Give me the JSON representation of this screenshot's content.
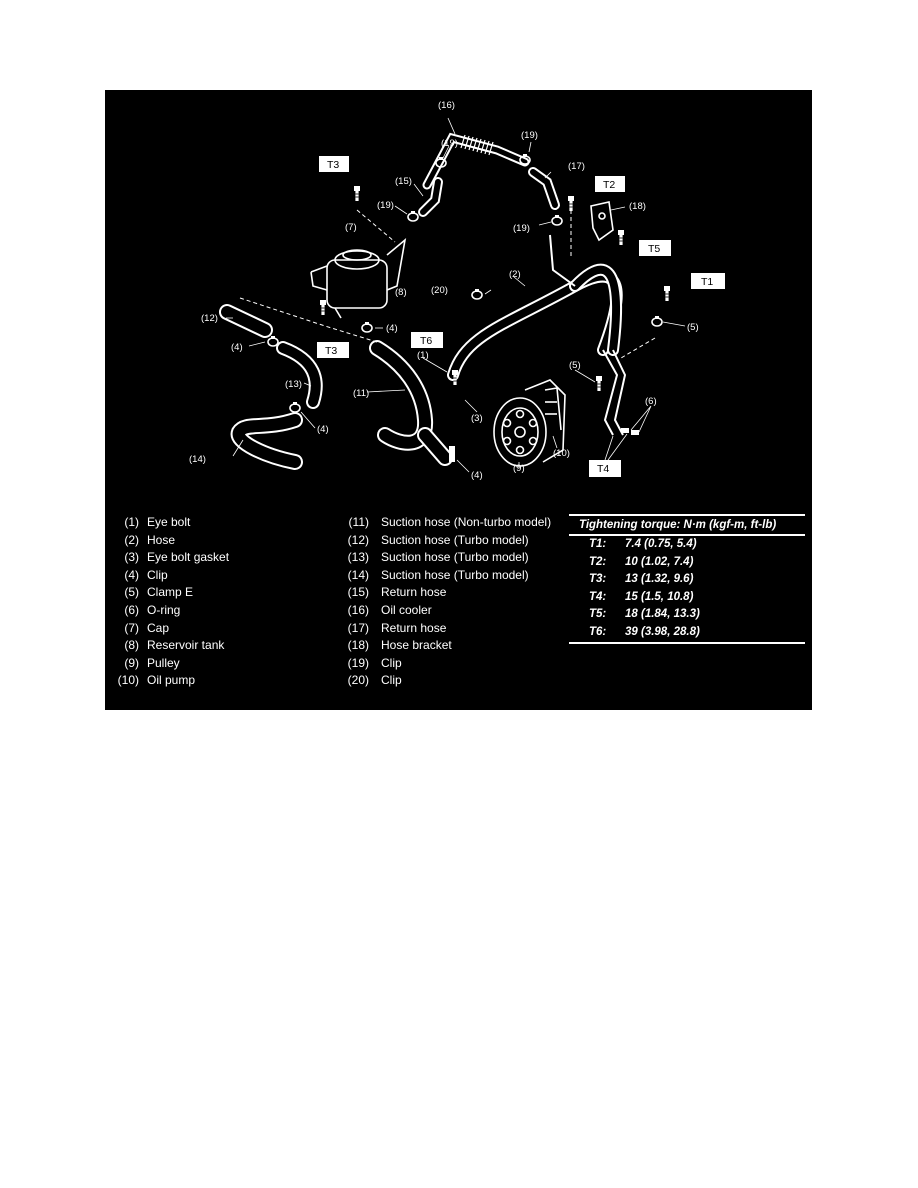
{
  "callouts": [
    "(1)",
    "(2)",
    "(3)",
    "(4)",
    "(4)",
    "(4)",
    "(4)",
    "(5)",
    "(5)",
    "(6)",
    "(7)",
    "(8)",
    "(9)",
    "(10)",
    "(11)",
    "(12)",
    "(13)",
    "(14)",
    "(15)",
    "(16)",
    "(17)",
    "(18)",
    "(19)",
    "(19)",
    "(19)",
    "(20)"
  ],
  "torque_boxes": [
    "T1",
    "T2",
    "T3",
    "T3",
    "T4",
    "T5",
    "T6"
  ],
  "parts_left": [
    {
      "num": "(1)",
      "name": "Eye bolt"
    },
    {
      "num": "(2)",
      "name": "Hose"
    },
    {
      "num": "(3)",
      "name": "Eye bolt gasket"
    },
    {
      "num": "(4)",
      "name": "Clip"
    },
    {
      "num": "(5)",
      "name": "Clamp E"
    },
    {
      "num": "(6)",
      "name": "O-ring"
    },
    {
      "num": "(7)",
      "name": "Cap"
    },
    {
      "num": "(8)",
      "name": "Reservoir tank"
    },
    {
      "num": "(9)",
      "name": "Pulley"
    },
    {
      "num": "(10)",
      "name": "Oil pump"
    }
  ],
  "parts_right": [
    {
      "num": "(11)",
      "name": "Suction hose (Non-turbo model)"
    },
    {
      "num": "(12)",
      "name": "Suction hose (Turbo model)"
    },
    {
      "num": "(13)",
      "name": "Suction hose (Turbo model)"
    },
    {
      "num": "(14)",
      "name": "Suction hose (Turbo model)"
    },
    {
      "num": "(15)",
      "name": "Return hose"
    },
    {
      "num": "(16)",
      "name": "Oil cooler"
    },
    {
      "num": "(17)",
      "name": "Return hose"
    },
    {
      "num": "(18)",
      "name": "Hose bracket"
    },
    {
      "num": "(19)",
      "name": "Clip"
    },
    {
      "num": "(20)",
      "name": "Clip"
    }
  ],
  "torque": {
    "title": "Tightening torque: N·m (kgf-m, ft-lb)",
    "rows": [
      {
        "key": "T1:",
        "value": "7.4 (0.75, 5.4)"
      },
      {
        "key": "T2:",
        "value": "10 (1.02, 7.4)"
      },
      {
        "key": "T3:",
        "value": "13 (1.32, 9.6)"
      },
      {
        "key": "T4:",
        "value": "15 (1.5, 10.8)"
      },
      {
        "key": "T5:",
        "value": "18 (1.84, 13.3)"
      },
      {
        "key": "T6:",
        "value": "39 (3.98, 28.8)"
      }
    ]
  },
  "colors": {
    "background": "#000000",
    "ink": "#ffffff",
    "page": "#ffffff"
  }
}
